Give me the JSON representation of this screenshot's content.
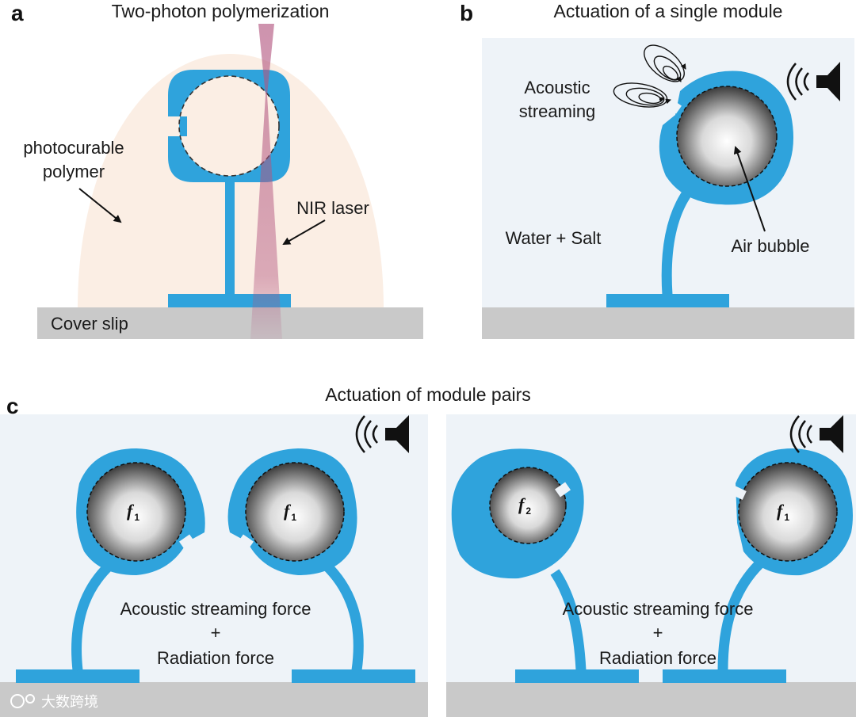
{
  "panels": {
    "a": {
      "letter": "a",
      "title": "Two-photon polymerization",
      "polymer_label_1": "photocurable",
      "polymer_label_2": "polymer",
      "laser_label": "NIR laser",
      "substrate_label": "Cover slip"
    },
    "b": {
      "letter": "b",
      "title": "Actuation of a single module",
      "streaming_label_1": "Acoustic",
      "streaming_label_2": "streaming",
      "medium_label": "Water + Salt",
      "bubble_label": "Air bubble"
    },
    "c": {
      "letter": "c",
      "title": "Actuation of module pairs",
      "left": {
        "bubble1_symbol": "f",
        "bubble1_sub": "1",
        "bubble2_symbol": "f",
        "bubble2_sub": "1",
        "force_line_1": "Acoustic streaming force",
        "force_line_2": "+",
        "force_line_3": "Radiation force"
      },
      "right": {
        "bubble1_symbol": "f",
        "bubble1_sub": "2",
        "bubble2_symbol": "f",
        "bubble2_sub": "1",
        "force_line_1": "Acoustic streaming force",
        "force_line_2": "+",
        "force_line_3": "Radiation force"
      }
    }
  },
  "watermark": "大数跨境",
  "colors": {
    "structure": "#2fa3dc",
    "water": "#eef3f8",
    "polymer": "#fbeee4",
    "substrate": "#c9c9c9",
    "laser": "#b2557f"
  }
}
